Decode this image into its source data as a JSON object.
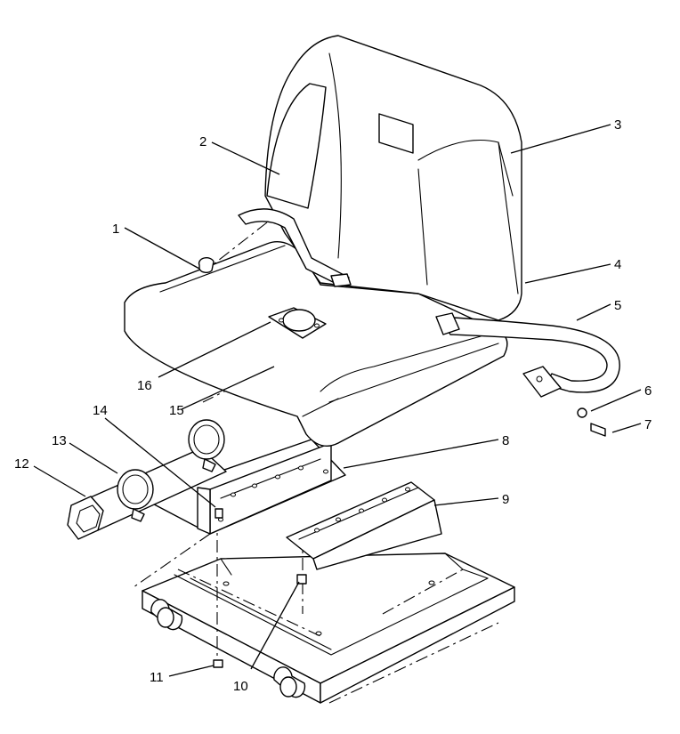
{
  "colors": {
    "line": "#000000",
    "background": "#ffffff"
  },
  "callouts": [
    {
      "id": "1",
      "text": "1"
    },
    {
      "id": "2",
      "text": "2"
    },
    {
      "id": "3",
      "text": "3"
    },
    {
      "id": "4",
      "text": "4"
    },
    {
      "id": "5",
      "text": "5"
    },
    {
      "id": "6",
      "text": "6"
    },
    {
      "id": "7",
      "text": "7"
    },
    {
      "id": "8",
      "text": "8"
    },
    {
      "id": "9",
      "text": "9"
    },
    {
      "id": "10",
      "text": "10"
    },
    {
      "id": "11",
      "text": "11"
    },
    {
      "id": "12",
      "text": "12"
    },
    {
      "id": "13",
      "text": "13"
    },
    {
      "id": "14",
      "text": "14"
    },
    {
      "id": "15",
      "text": "15"
    },
    {
      "id": "16",
      "text": "16"
    }
  ]
}
